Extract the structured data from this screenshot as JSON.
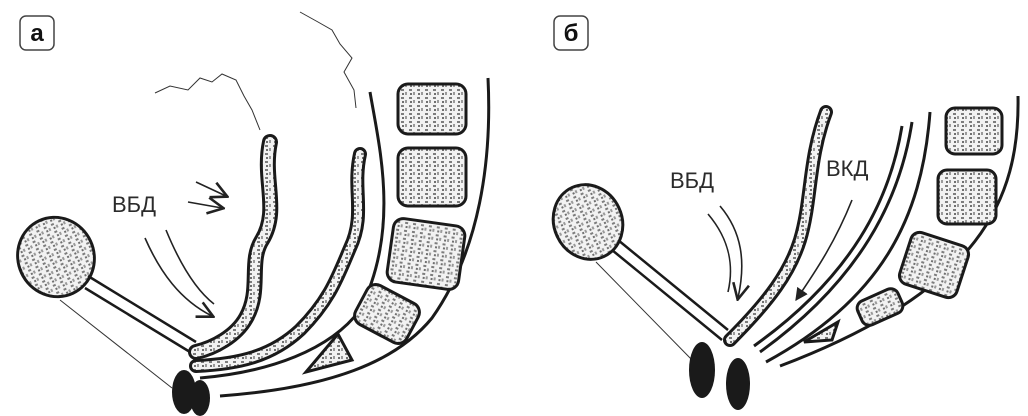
{
  "panels": [
    {
      "letter": "а",
      "labels": [
        "ВБД"
      ]
    },
    {
      "letter": "б",
      "labels": [
        "ВБД",
        "ВКД"
      ]
    }
  ],
  "colors": {
    "ink": "#1a1a1a",
    "speckle": "#8a8a8a",
    "background": "#ffffff"
  }
}
